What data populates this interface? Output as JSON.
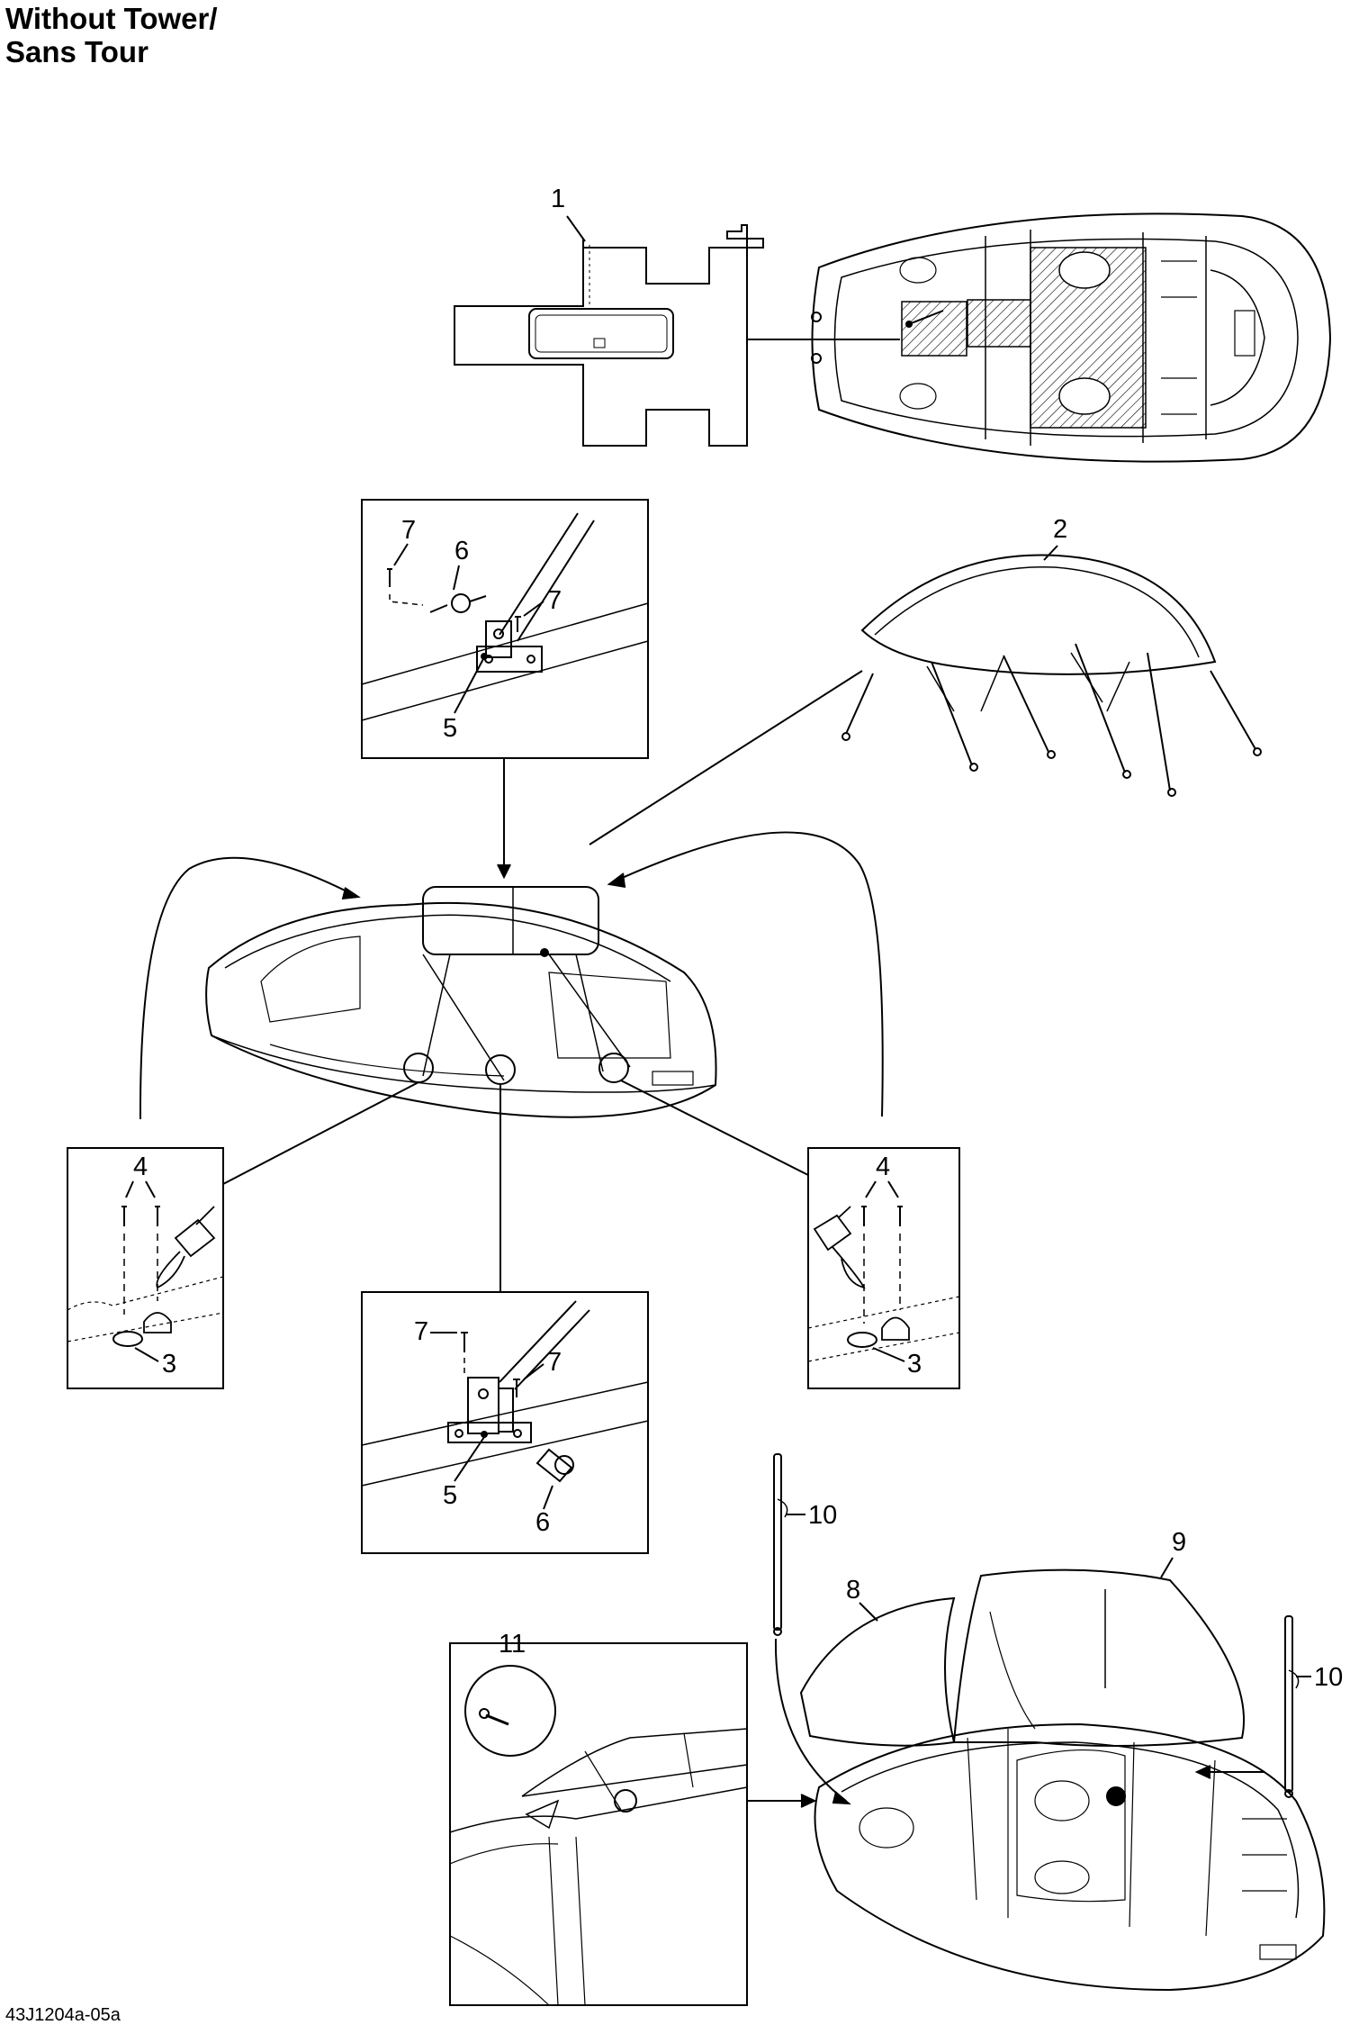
{
  "title": {
    "line1": "Without Tower/",
    "line2": "Sans Tour"
  },
  "figure_code": "43J1204a-05a",
  "callouts": {
    "c1": "1",
    "c2": "2",
    "c3a": "3",
    "c3b": "3",
    "c4a": "4",
    "c4b": "4",
    "c5a": "5",
    "c5b": "5",
    "c6a": "6",
    "c6b": "6",
    "c7a": "7",
    "c7b": "7",
    "c7c": "7",
    "c7d": "7",
    "c8": "8",
    "c9": "9",
    "c10a": "10",
    "c10b": "10",
    "c11": "11"
  }
}
